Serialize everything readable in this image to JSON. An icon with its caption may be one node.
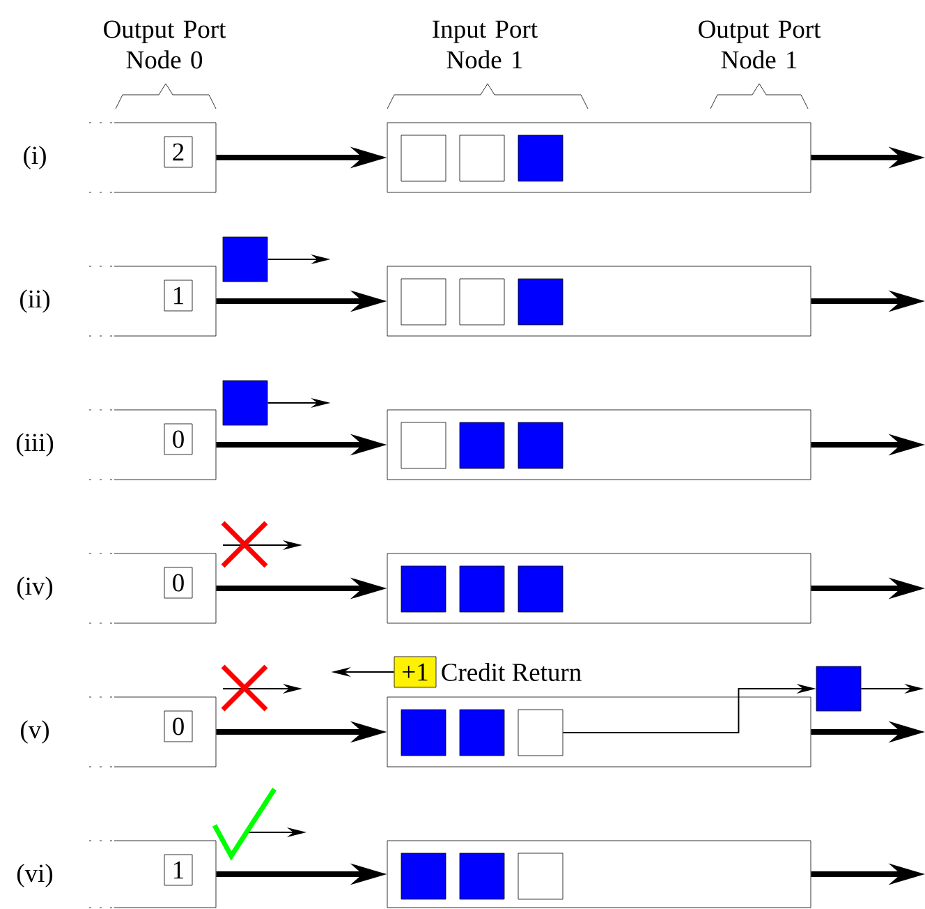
{
  "diagram": {
    "nodes": [
      {
        "text": [],
        "shape": "box"
      },
      {
        "text": [
          "2"
        ],
        "in": 0
      },
      {
        "text": [],
        "shape": "box"
      },
      {
        "text": [],
        "shape": "box",
        "in": 2
      },
      {
        "text": [],
        "shape": "box",
        "in": 2
      },
      {
        "text": [],
        "shape": "box",
        "in": 2
      },
      {
        "text": [],
        "shape": "box"
      },
      {
        "text": [
          "1"
        ],
        "in": 6
      },
      {
        "text": [],
        "shape": "box"
      },
      {
        "text": [],
        "shape": "box"
      },
      {
        "text": [],
        "shape": "box",
        "in": 9
      },
      {
        "text": [],
        "shape": "box",
        "in": 9
      },
      {
        "text": [],
        "shape": "box",
        "in": 9
      },
      {
        "text": [],
        "shape": "box"
      },
      {
        "text": [
          "0"
        ],
        "in": 13
      },
      {
        "text": [],
        "shape": "box"
      },
      {
        "text": [],
        "shape": "box"
      },
      {
        "text": [],
        "shape": "box",
        "in": 16
      },
      {
        "text": [],
        "shape": "box",
        "in": 16
      },
      {
        "text": [],
        "shape": "box",
        "in": 16
      },
      {
        "text": [],
        "shape": "box"
      },
      {
        "text": [
          "0"
        ],
        "in": 20
      },
      {
        "text": [],
        "shape": "box"
      },
      {
        "text": [],
        "shape": "box",
        "in": 22
      },
      {
        "text": [],
        "shape": "box",
        "in": 22
      },
      {
        "text": [],
        "shape": "box",
        "in": 22
      },
      {
        "text": [],
        "shape": "box"
      },
      {
        "text": [
          "0"
        ],
        "in": 26
      },
      {
        "text": [
          "+1"
        ],
        "beside": [
          "Credit Return"
        ]
      },
      {
        "text": [],
        "shape": "box"
      },
      {
        "text": [],
        "shape": "box",
        "in": 29
      },
      {
        "text": [],
        "shape": "box",
        "in": 29
      },
      {
        "text": [],
        "shape": "box",
        "in": 29
      },
      {
        "text": [],
        "shape": "box"
      },
      {
        "text": [],
        "shape": "box"
      },
      {
        "text": [
          "1"
        ],
        "in": 34
      },
      {
        "text": [],
        "shape": "box"
      },
      {
        "text": [],
        "shape": "box",
        "in": 36
      },
      {
        "text": [],
        "shape": "box",
        "in": 36
      },
      {
        "text": [],
        "shape": "box",
        "in": 36
      }
    ],
    "edges": [
      {
        "from": 0,
        "to": 2,
        "arrow": "to"
      },
      {
        "from": 2,
        "to": null,
        "arrow": "to"
      },
      {
        "from": 8,
        "to": null,
        "arrow": "to"
      },
      {
        "from": 6,
        "to": 9,
        "arrow": "to"
      },
      {
        "from": 9,
        "to": null,
        "arrow": "to"
      },
      {
        "from": 15,
        "to": null,
        "arrow": "to"
      },
      {
        "from": 13,
        "to": 16,
        "arrow": "to"
      },
      {
        "from": 16,
        "to": null,
        "arrow": "to"
      },
      {
        "from": 20,
        "to": 22,
        "arrow": "to"
      },
      {
        "from": 22,
        "to": null,
        "arrow": "to"
      },
      {
        "from": 28,
        "to": null,
        "arrow": "to"
      },
      {
        "from": 26,
        "to": 29,
        "arrow": "to"
      },
      {
        "from": 29,
        "to": null,
        "arrow": "to"
      },
      {
        "from": 32,
        "to": 33,
        "arrow": "to"
      },
      {
        "from": 33,
        "to": null,
        "arrow": "to"
      },
      {
        "from": 34,
        "to": 36,
        "arrow": "to"
      },
      {
        "from": 36,
        "to": null,
        "arrow": "to"
      }
    ],
    "labels": [
      "Output Port Node 0",
      "Input Port Node 1",
      "Output Port Node 1",
      "(i)",
      "(ii)",
      "(iii)",
      "(iv)",
      "(v)",
      "(vi)"
    ]
  }
}
